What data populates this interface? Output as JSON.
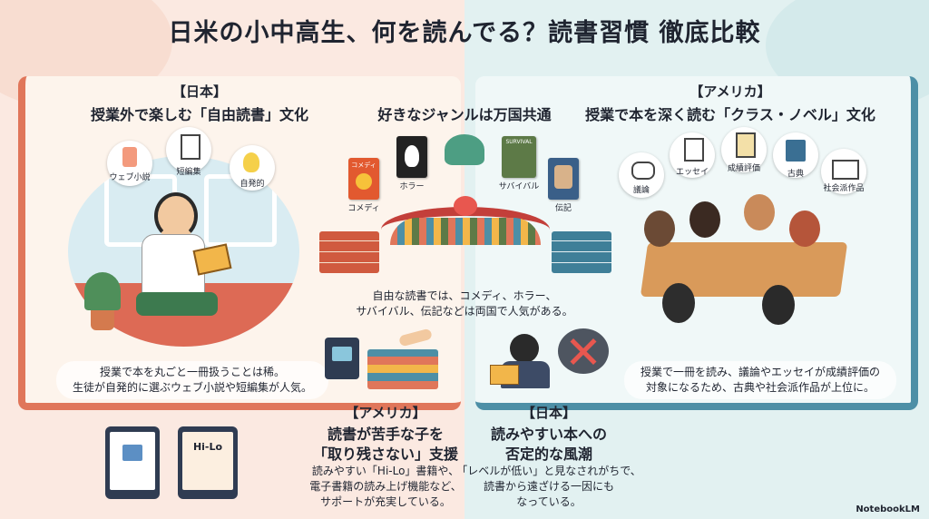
{
  "title": "日米の小中高生、何を読んでる？読書習慣 徹底比較",
  "japan_panel": {
    "tag": "【日本】",
    "heading": "授業外で楽しむ「自由読書」文化",
    "bubbles": [
      "ウェブ小説",
      "短編集",
      "自発的"
    ],
    "caption_line1": "授業で本を丸ごと一冊扱うことは稀。",
    "caption_line2": "生徒が自発的に選ぶウェブ小説や短編集が人気。"
  },
  "center_panel": {
    "heading": "好きなジャンルは万国共通",
    "genres": [
      "コメディ",
      "ホラー",
      "サバイバル",
      "伝記"
    ],
    "cover_texts": [
      "コメディ",
      "SURVIVAL"
    ],
    "caption_line1": "自由な読書では、コメディ、ホラー、",
    "caption_line2": "サバイバル、伝記などは両国で人気がある。"
  },
  "us_panel": {
    "tag": "【アメリカ】",
    "heading": "授業で本を深く読む「クラス・ノベル」文化",
    "bubbles": [
      "議論",
      "エッセイ",
      "成績評価",
      "古典",
      "社会派作品"
    ],
    "caption_line1": "授業で一冊を読み、議論やエッセイが成績評価の",
    "caption_line2": "対象になるため、古典や社会派作品が上位に。"
  },
  "us_support": {
    "tag": "【アメリカ】",
    "heading_line1": "読書が苦手な子を",
    "heading_line2": "「取り残さない」支援",
    "body_line1": "読みやすい「Hi-Lo」書籍や、",
    "body_line2": "電子書籍の読み上げ機能など、",
    "body_line3": "サポートが充実している。",
    "tablet_label": "Hi-Lo"
  },
  "japan_trend": {
    "tag": "【日本】",
    "heading_line1": "読みやすい本への",
    "heading_line2": "否定的な風潮",
    "body_line1": "「レベルが低い」と見なされがちで、",
    "body_line2": "読書から遠ざける一因にも",
    "body_line3": "なっている。"
  },
  "brand": "NotebookLM",
  "colors": {
    "japan": "#e0765a",
    "us": "#4d8fa6",
    "heart": "#e8574f"
  }
}
